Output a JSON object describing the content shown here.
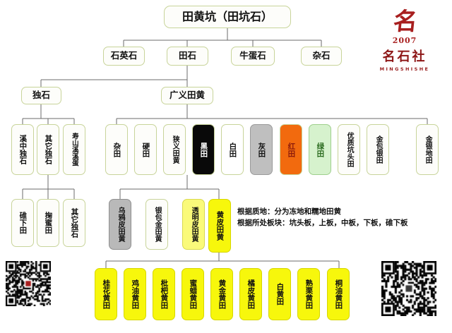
{
  "diagram": {
    "title": "田黄坑（田坑石）",
    "root": {
      "label": "田黄坑（田坑石）"
    },
    "level2": [
      {
        "label": "石英石"
      },
      {
        "label": "田石"
      },
      {
        "label": "牛蛋石"
      },
      {
        "label": "杂石"
      }
    ],
    "level3": [
      {
        "label": "独石"
      },
      {
        "label": "广义田黄"
      }
    ],
    "dushi_children": [
      {
        "label": "溪中独石"
      },
      {
        "label": "其它独石"
      },
      {
        "label": "寿山溪溪蛋"
      }
    ],
    "dushi_grandchildren": [
      {
        "label": "碓下田"
      },
      {
        "label": "掬蜜田"
      },
      {
        "label": "其它独石"
      }
    ],
    "guangyi_children": [
      {
        "label": "杂田",
        "color": "plain"
      },
      {
        "label": "硬田",
        "color": "plain"
      },
      {
        "label": "狭义田黄",
        "color": "plain"
      },
      {
        "label": "黑田",
        "color": "black"
      },
      {
        "label": "白田",
        "color": "white"
      },
      {
        "label": "灰田",
        "color": "gray"
      },
      {
        "label": "红田",
        "color": "red"
      },
      {
        "label": "绿田",
        "color": "green"
      },
      {
        "label": "优质坑头田",
        "color": "plain"
      },
      {
        "label": "金包银田",
        "color": "plain"
      },
      {
        "label": "金银地田",
        "color": "plain"
      }
    ],
    "xiayi_children": [
      {
        "label": "乌鸦皮田黄",
        "color": "graybox"
      },
      {
        "label": "银包金田黄",
        "color": "plain"
      },
      {
        "label": "透明皮田黄",
        "color": "yellowsoft"
      },
      {
        "label": "黄皮田黄",
        "color": "yellow"
      }
    ],
    "huangpi_children": [
      {
        "label": "桂花黄田",
        "color": "yellow"
      },
      {
        "label": "鸡油黄田",
        "color": "yellow"
      },
      {
        "label": "枇杷黄田",
        "color": "yellow"
      },
      {
        "label": "蜜蜡黄田",
        "color": "yellow"
      },
      {
        "label": "黄金黄田",
        "color": "yellow"
      },
      {
        "label": "橘皮黄田",
        "color": "yellow"
      },
      {
        "label": "白黄田",
        "color": "yellow"
      },
      {
        "label": "熟栗黄田",
        "color": "yellow"
      },
      {
        "label": "桐油黄田",
        "color": "yellow"
      }
    ],
    "notes": [
      "根据质地：分为冻地和糯地田黄",
      "根据所处板块：坑头板，上板，中板，下板，碓下板"
    ]
  },
  "logo": {
    "mark": "名",
    "year": "2007",
    "name": "名石社",
    "latin": "MINGSHISHE"
  },
  "colors": {
    "box_border": "#c8d49a",
    "box_fill": "#fdfdfa",
    "line": "#6b6b6b",
    "brand_red": "#a81f1f",
    "highlight_yellow": "#f7f70c",
    "red_box": "#f26a0e",
    "green_box": "#d6f2cd",
    "gray_box": "#bfbfbf",
    "black_box": "#090909"
  }
}
